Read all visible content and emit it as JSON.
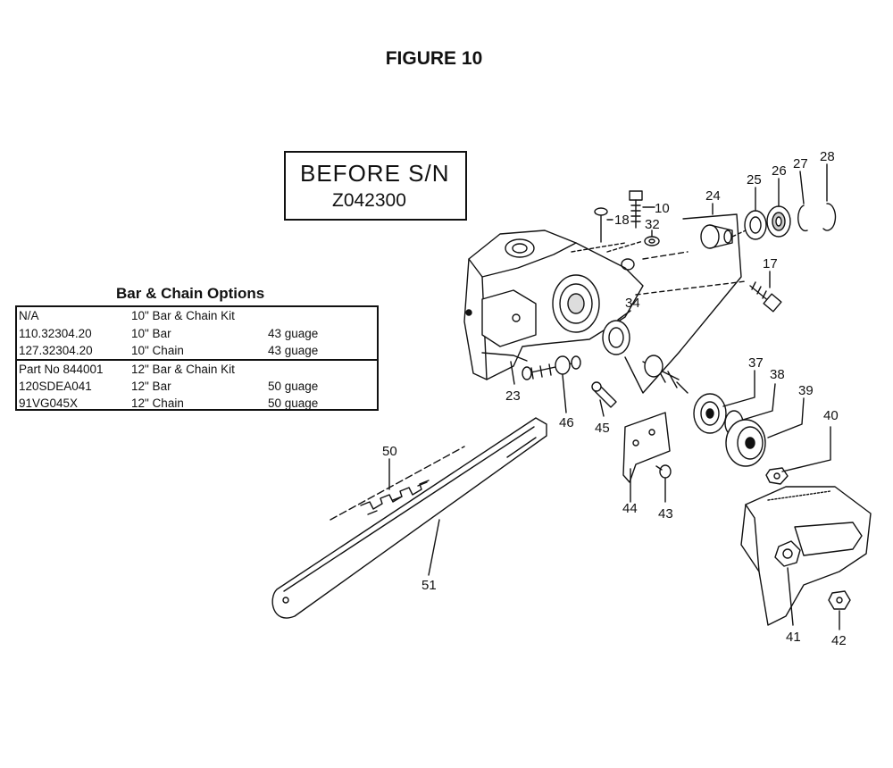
{
  "figure_title": "FIGURE 10",
  "serial_box": {
    "line1": "BEFORE S/N",
    "line2": "Z042300"
  },
  "bar_chain_options": {
    "title": "Bar & Chain Options",
    "groups": [
      {
        "rows": [
          {
            "part": "N/A",
            "description": "10\" Bar & Chain Kit",
            "gauge": ""
          },
          {
            "part": "110.32304.20",
            "description": "10\" Bar",
            "gauge": "43 guage"
          },
          {
            "part": "127.32304.20",
            "description": "10\" Chain",
            "gauge": "43 guage"
          }
        ]
      },
      {
        "rows": [
          {
            "part": "Part No 844001",
            "description": "12\" Bar & Chain Kit",
            "gauge": ""
          },
          {
            "part": "120SDEA041",
            "description": "12\" Bar",
            "gauge": "50 guage"
          },
          {
            "part": "91VG045X",
            "description": "12\" Chain",
            "gauge": "50 guage"
          }
        ]
      }
    ]
  },
  "callouts": [
    "10",
    "17",
    "18",
    "23",
    "24",
    "25",
    "26",
    "27",
    "28",
    "32",
    "34",
    "37",
    "38",
    "39",
    "40",
    "41",
    "42",
    "43",
    "44",
    "45",
    "46",
    "50",
    "51"
  ]
}
